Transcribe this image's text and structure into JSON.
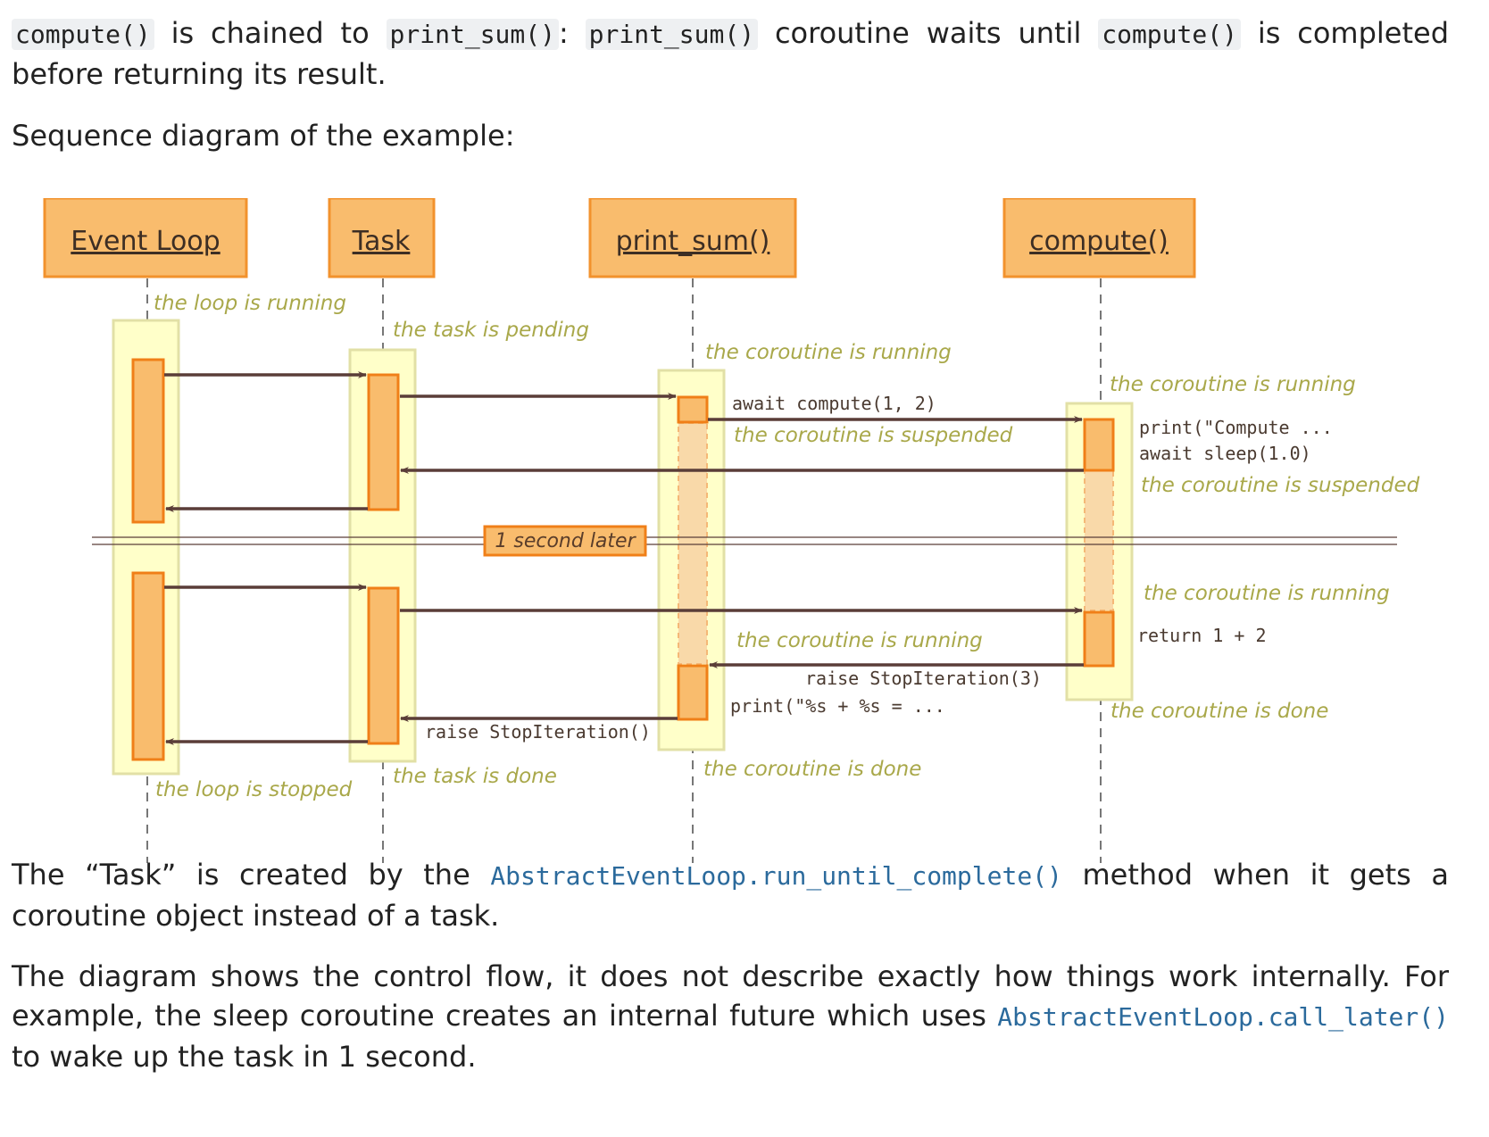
{
  "intro": {
    "c1": "compute()",
    "t1": " is chained to ",
    "c2": "print_sum()",
    "t2": ": ",
    "c3": "print_sum()",
    "t3": " coroutine waits until ",
    "c4": "compute()",
    "t4": " is completed before returning its result."
  },
  "seq_label": "Sequence diagram of the example:",
  "diagram": {
    "participants": [
      "Event Loop",
      "Task",
      "print_sum()",
      "compute()"
    ],
    "notes": {
      "loop_running": "the loop is running",
      "task_pending": "the task is pending",
      "printsum_running": "the coroutine is running",
      "compute_running": "the coroutine is running",
      "printsum_suspended": "the coroutine is suspended",
      "compute_suspended": "the coroutine is suspended",
      "compute_running2": "the coroutine is running",
      "printsum_running2": "the coroutine is running",
      "compute_done": "the coroutine is done",
      "printsum_done": "the coroutine is done",
      "task_done": "the task is done",
      "loop_stopped": "the loop is stopped"
    },
    "messages": {
      "await_compute": "await compute(1, 2)",
      "print_compute": "print(\"Compute ...",
      "await_sleep": "await sleep(1.0)",
      "return_sum": "return 1 + 2",
      "raise_stop3": "raise StopIteration(3)",
      "print_result": "print(\"%s + %s = ...",
      "raise_stop": "raise StopIteration()"
    },
    "separator": "1 second later",
    "colors": {
      "header_fill": "#f9bc6d",
      "header_stroke": "#f2922d",
      "activation_fill": "#f9bc6d",
      "activation_stroke": "#f07f18",
      "band_fill": "#ffffc9",
      "band_stroke": "#e2e0a6",
      "suspended_fill": "#f9d9a9",
      "arrow": "#5a3d38",
      "note_text": "#a9a84a"
    }
  },
  "para2": {
    "t1": "The “Task” is created by the ",
    "ref": "AbstractEventLoop.run_until_complete()",
    "t2": " method when it gets a coroutine object instead of a task."
  },
  "para3": {
    "t1": "The diagram shows the control flow, it does not describe exactly how things work internally. For example, the sleep coroutine creates an internal future which uses ",
    "ref": "AbstractEventLoop.call_later()",
    "t2": " to wake up the task in 1 second."
  }
}
